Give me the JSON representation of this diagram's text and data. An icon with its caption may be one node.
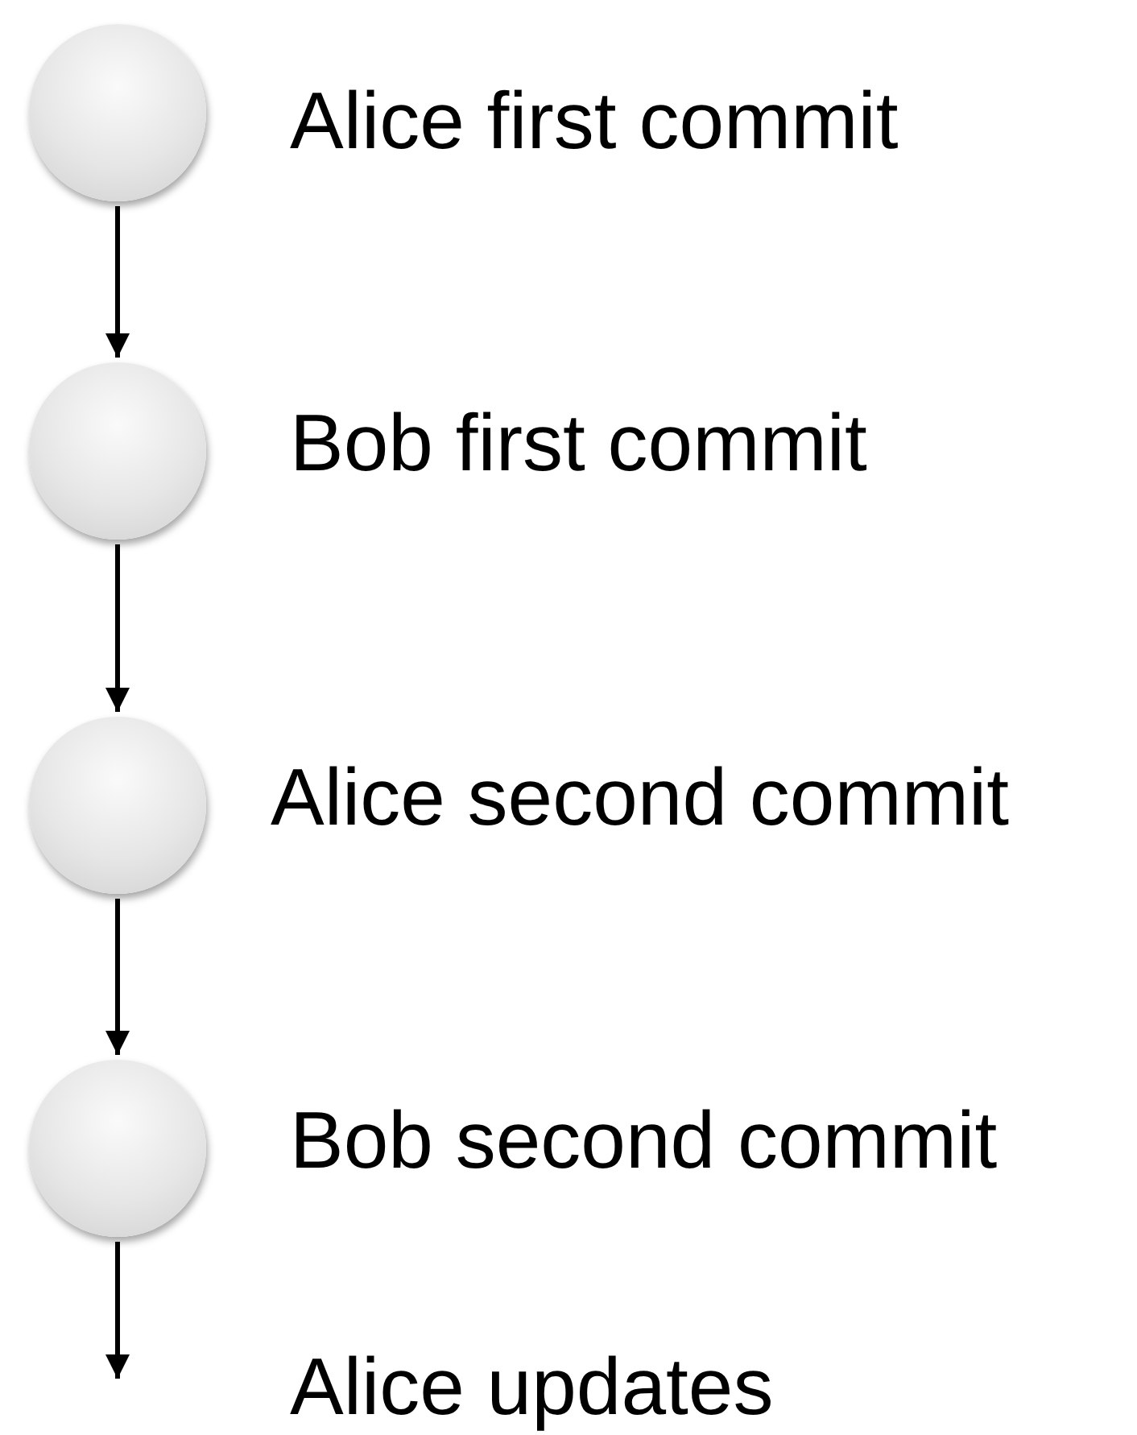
{
  "diagram": {
    "nodes": [
      {
        "text": [],
        "shape": "circle",
        "beside": [
          "Alice first commit"
        ]
      },
      {
        "text": [],
        "shape": "circle",
        "beside": [
          "Bob first commit"
        ]
      },
      {
        "text": [],
        "shape": "circle",
        "beside": [
          "Alice second commit"
        ]
      },
      {
        "text": [],
        "shape": "circle",
        "beside": [
          "Bob second commit"
        ]
      }
    ],
    "edges": [
      {
        "from": 0,
        "to": 1,
        "arrow": "to"
      },
      {
        "from": 1,
        "to": 2,
        "arrow": "to"
      },
      {
        "from": 2,
        "to": 3,
        "arrow": "to"
      },
      {
        "from": 3,
        "to": null,
        "arrow": "to"
      }
    ],
    "labels": [
      "Alice updates"
    ]
  }
}
